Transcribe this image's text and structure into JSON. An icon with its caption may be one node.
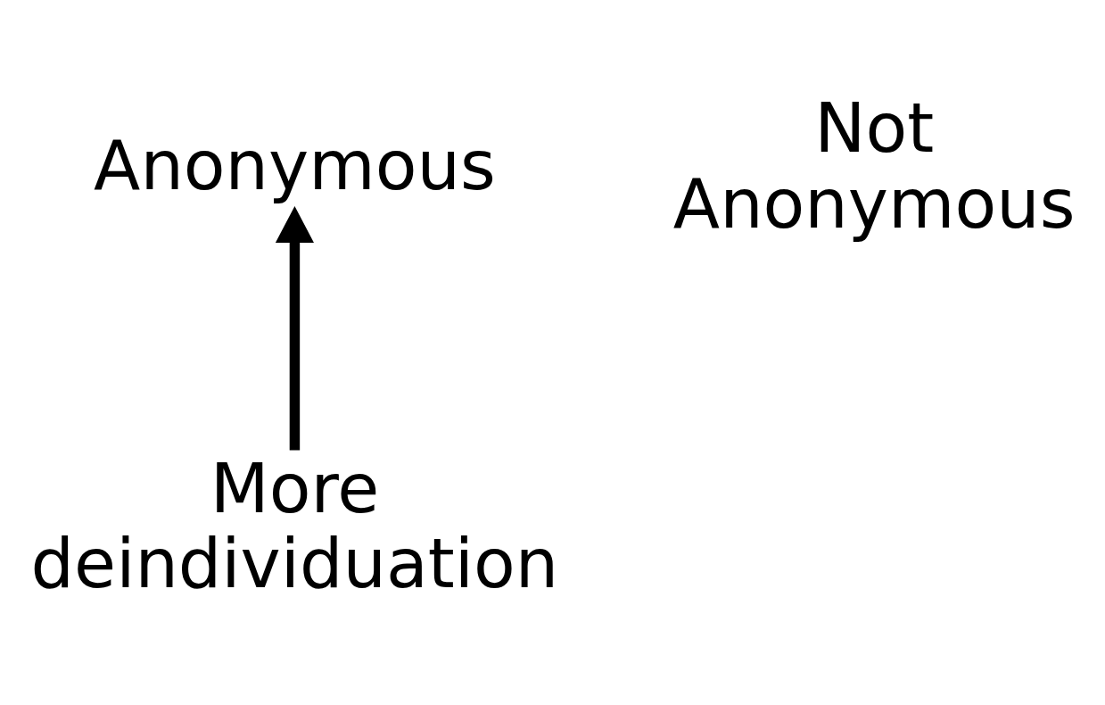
{
  "diagram": {
    "nodes": [
      {
        "text": [
          "Anonymous"
        ]
      },
      {
        "text": [
          "More deindividuation"
        ]
      }
    ],
    "edges": [
      {
        "from": 1,
        "to": 0,
        "arrow": "to"
      }
    ],
    "labels": [
      "Not Anonymous"
    ]
  }
}
